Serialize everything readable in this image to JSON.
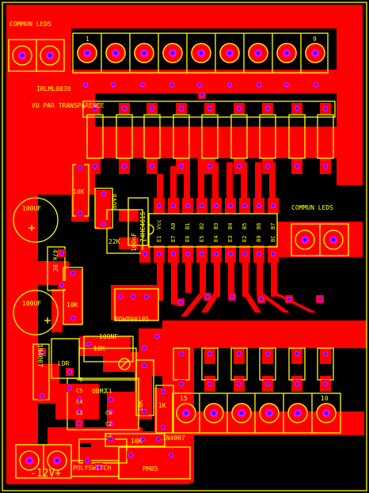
{
  "colors": {
    "background": "#000000",
    "copper": "#ff0000",
    "silkscreen": "#ffff00",
    "via_outer": "#ff00ff",
    "via_inner": "#1a1aff"
  },
  "labels": {
    "commun_leds_top": "COMMUN LEDS",
    "commun_leds_right": "COMMUN LEDS",
    "irlml": "IRLML0030",
    "title": "VU PAR TRANSPARENCE",
    "led_first_top": "1",
    "led_last_top": "9",
    "led_first_bottom": "15",
    "led_last_bottom": "10",
    "r10k_left": "10K",
    "cap_top": "100UF",
    "cap_bottom": "100UF",
    "r10k_mid": "10K",
    "bc_label": "47k BC",
    "rload": "RAOR",
    "r22k": "22K",
    "c100n_side": "100nF",
    "ic_main": "74HC4015",
    "pins_top": [
      "Vcc",
      "A0",
      "B1",
      "B2",
      "B3",
      "B4",
      "B5",
      "B6",
      "B7"
    ],
    "pins_bottom": [
      "1",
      "E1",
      "E7",
      "E6",
      "E5",
      "E4",
      "E3",
      "E2",
      "B0",
      "BC"
    ],
    "pdw": "PDW89018S",
    "c100n": "100NF",
    "r10k_low": "10K",
    "ldr": "LDR",
    "d1n4007_left": "1N4007",
    "obm": "OBM2",
    "ic_small_left": [
      "+5",
      "C5",
      "C4",
      "C3"
    ],
    "ic_small_right": [
      "C1",
      "C0",
      "C2",
      "C2"
    ],
    "r10k_vertical": "10K",
    "r1k": "1K",
    "r10k_bottom": "10K",
    "d1n4007_bottom": "1N4007",
    "power": "-12V+",
    "polyswitch": "POLYSWITCH",
    "pm05": "PM05"
  }
}
